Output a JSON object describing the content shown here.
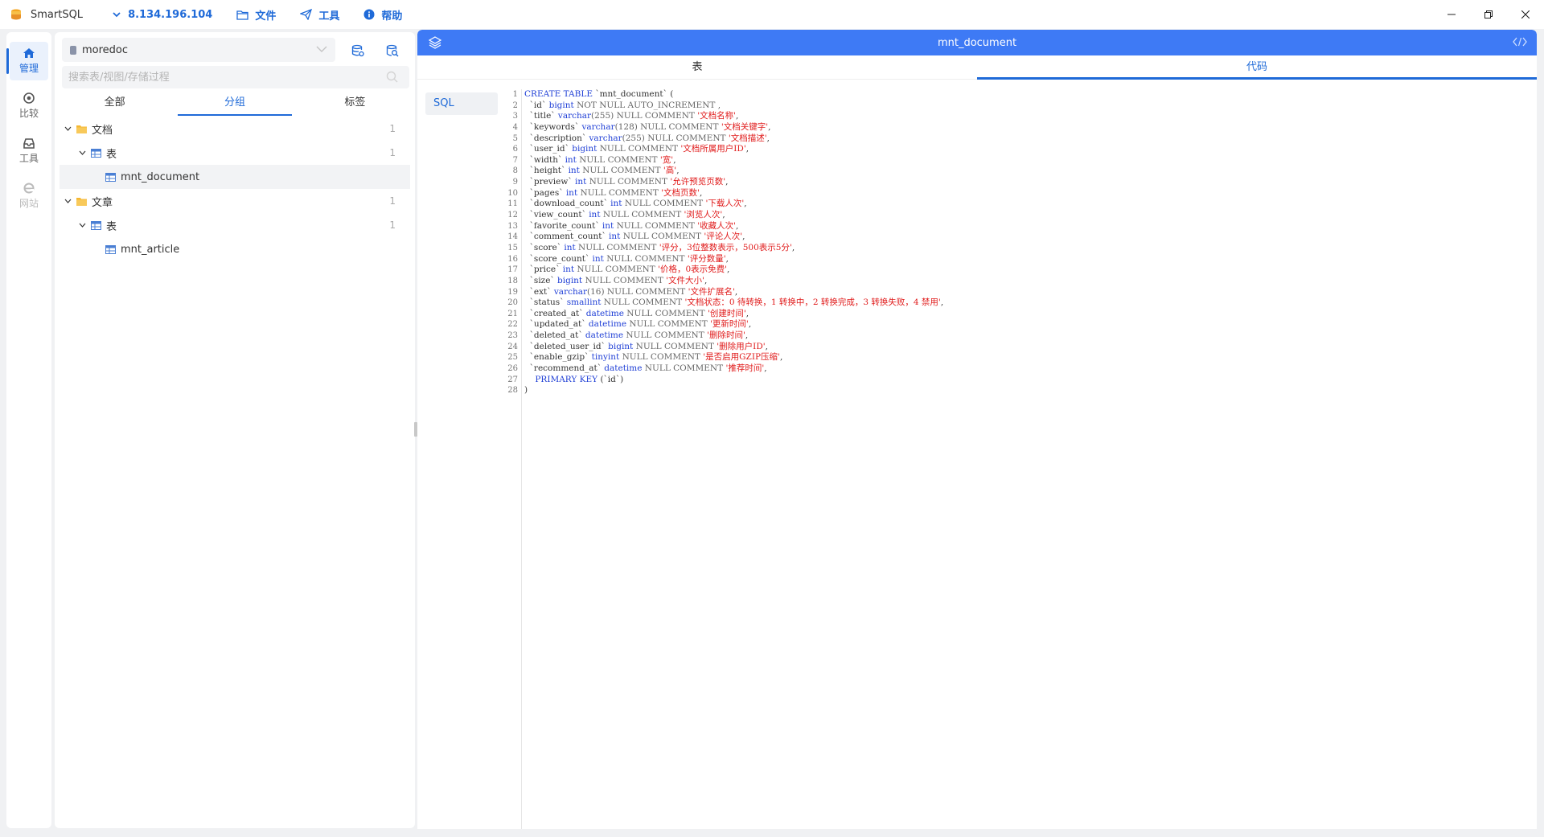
{
  "app": {
    "name": "SmartSQL"
  },
  "toolbar": {
    "connection": "8.134.196.104",
    "file_label": "文件",
    "tools_label": "工具",
    "help_label": "帮助"
  },
  "rail": {
    "items": [
      {
        "label": "管理",
        "icon": "home-icon"
      },
      {
        "label": "比较",
        "icon": "compass-icon"
      },
      {
        "label": "工具",
        "icon": "inbox-icon"
      },
      {
        "label": "网站",
        "icon": "ie-icon"
      }
    ]
  },
  "tree_panel": {
    "database": "moredoc",
    "search_placeholder": "搜索表/视图/存储过程",
    "tabs": [
      "全部",
      "分组",
      "标签"
    ],
    "active_tab": "分组",
    "rows": [
      {
        "label": "文档",
        "count": "1"
      },
      {
        "label": "表",
        "count": "1"
      },
      {
        "label": "mnt_document",
        "count": ""
      },
      {
        "label": "文章",
        "count": "1"
      },
      {
        "label": "表",
        "count": "1"
      },
      {
        "label": "mnt_article",
        "count": ""
      }
    ]
  },
  "main": {
    "title": "mnt_document",
    "tabs": [
      "表",
      "代码"
    ],
    "active_tab": "代码",
    "lang": "SQL"
  },
  "code": {
    "line_numbers": [
      "1",
      "2",
      "3",
      "4",
      "5",
      "6",
      "7",
      "8",
      "9",
      "10",
      "11",
      "12",
      "13",
      "14",
      "15",
      "16",
      "17",
      "18",
      "19",
      "20",
      "21",
      "22",
      "23",
      "24",
      "25",
      "26",
      "27",
      "28"
    ],
    "lines": [
      [
        {
          "t": "CREATE TABLE ",
          "c": "kw"
        },
        {
          "t": "`mnt_document` (",
          "c": ""
        }
      ],
      [
        {
          "t": "  `id` ",
          "c": ""
        },
        {
          "t": "bigint",
          "c": "kw"
        },
        {
          "t": " NOT NULL AUTO_INCREMENT ,",
          "c": "nil"
        }
      ],
      [
        {
          "t": "  `title` ",
          "c": ""
        },
        {
          "t": "varchar",
          "c": "kw"
        },
        {
          "t": "(255) NULL COMMENT ",
          "c": "nil"
        },
        {
          "t": "'文档名称'",
          "c": "str"
        },
        {
          "t": ",",
          "c": ""
        }
      ],
      [
        {
          "t": "  `keywords` ",
          "c": ""
        },
        {
          "t": "varchar",
          "c": "kw"
        },
        {
          "t": "(128) NULL COMMENT ",
          "c": "nil"
        },
        {
          "t": "'文档关键字'",
          "c": "str"
        },
        {
          "t": ",",
          "c": ""
        }
      ],
      [
        {
          "t": "  `description` ",
          "c": ""
        },
        {
          "t": "varchar",
          "c": "kw"
        },
        {
          "t": "(255) NULL COMMENT ",
          "c": "nil"
        },
        {
          "t": "'文档描述'",
          "c": "str"
        },
        {
          "t": ",",
          "c": ""
        }
      ],
      [
        {
          "t": "  `user_id` ",
          "c": ""
        },
        {
          "t": "bigint",
          "c": "kw"
        },
        {
          "t": " NULL COMMENT ",
          "c": "nil"
        },
        {
          "t": "'文档所属用户ID'",
          "c": "str"
        },
        {
          "t": ",",
          "c": ""
        }
      ],
      [
        {
          "t": "  `width` ",
          "c": ""
        },
        {
          "t": "int",
          "c": "kw"
        },
        {
          "t": " NULL COMMENT ",
          "c": "nil"
        },
        {
          "t": "'宽'",
          "c": "str"
        },
        {
          "t": ",",
          "c": ""
        }
      ],
      [
        {
          "t": "  `height` ",
          "c": ""
        },
        {
          "t": "int",
          "c": "kw"
        },
        {
          "t": " NULL COMMENT ",
          "c": "nil"
        },
        {
          "t": "'高'",
          "c": "str"
        },
        {
          "t": ",",
          "c": ""
        }
      ],
      [
        {
          "t": "  `preview` ",
          "c": ""
        },
        {
          "t": "int",
          "c": "kw"
        },
        {
          "t": " NULL COMMENT ",
          "c": "nil"
        },
        {
          "t": "'允许预览页数'",
          "c": "str"
        },
        {
          "t": ",",
          "c": ""
        }
      ],
      [
        {
          "t": "  `pages` ",
          "c": ""
        },
        {
          "t": "int",
          "c": "kw"
        },
        {
          "t": " NULL COMMENT ",
          "c": "nil"
        },
        {
          "t": "'文档页数'",
          "c": "str"
        },
        {
          "t": ",",
          "c": ""
        }
      ],
      [
        {
          "t": "  `download_count` ",
          "c": ""
        },
        {
          "t": "int",
          "c": "kw"
        },
        {
          "t": " NULL COMMENT ",
          "c": "nil"
        },
        {
          "t": "'下载人次'",
          "c": "str"
        },
        {
          "t": ",",
          "c": ""
        }
      ],
      [
        {
          "t": "  `view_count` ",
          "c": ""
        },
        {
          "t": "int",
          "c": "kw"
        },
        {
          "t": " NULL COMMENT ",
          "c": "nil"
        },
        {
          "t": "'浏览人次'",
          "c": "str"
        },
        {
          "t": ",",
          "c": ""
        }
      ],
      [
        {
          "t": "  `favorite_count` ",
          "c": ""
        },
        {
          "t": "int",
          "c": "kw"
        },
        {
          "t": " NULL COMMENT ",
          "c": "nil"
        },
        {
          "t": "'收藏人次'",
          "c": "str"
        },
        {
          "t": ",",
          "c": ""
        }
      ],
      [
        {
          "t": "  `comment_count` ",
          "c": ""
        },
        {
          "t": "int",
          "c": "kw"
        },
        {
          "t": " NULL COMMENT ",
          "c": "nil"
        },
        {
          "t": "'评论人次'",
          "c": "str"
        },
        {
          "t": ",",
          "c": ""
        }
      ],
      [
        {
          "t": "  `score` ",
          "c": ""
        },
        {
          "t": "int",
          "c": "kw"
        },
        {
          "t": " NULL COMMENT ",
          "c": "nil"
        },
        {
          "t": "'评分，3位整数表示，500表示5分'",
          "c": "str"
        },
        {
          "t": ",",
          "c": ""
        }
      ],
      [
        {
          "t": "  `score_count` ",
          "c": ""
        },
        {
          "t": "int",
          "c": "kw"
        },
        {
          "t": " NULL COMMENT ",
          "c": "nil"
        },
        {
          "t": "'评分数量'",
          "c": "str"
        },
        {
          "t": ",",
          "c": ""
        }
      ],
      [
        {
          "t": "  `price` ",
          "c": ""
        },
        {
          "t": "int",
          "c": "kw"
        },
        {
          "t": " NULL COMMENT ",
          "c": "nil"
        },
        {
          "t": "'价格，0表示免费'",
          "c": "str"
        },
        {
          "t": ",",
          "c": ""
        }
      ],
      [
        {
          "t": "  `size` ",
          "c": ""
        },
        {
          "t": "bigint",
          "c": "kw"
        },
        {
          "t": " NULL COMMENT ",
          "c": "nil"
        },
        {
          "t": "'文件大小'",
          "c": "str"
        },
        {
          "t": ",",
          "c": ""
        }
      ],
      [
        {
          "t": "  `ext` ",
          "c": ""
        },
        {
          "t": "varchar",
          "c": "kw"
        },
        {
          "t": "(16) NULL COMMENT ",
          "c": "nil"
        },
        {
          "t": "'文件扩展名'",
          "c": "str"
        },
        {
          "t": ",",
          "c": ""
        }
      ],
      [
        {
          "t": "  `status` ",
          "c": ""
        },
        {
          "t": "smallint",
          "c": "kw"
        },
        {
          "t": " NULL COMMENT ",
          "c": "nil"
        },
        {
          "t": "'文档状态：0 待转换，1 转换中，2 转换完成，3 转换失败，4 禁用'",
          "c": "str"
        },
        {
          "t": ",",
          "c": ""
        }
      ],
      [
        {
          "t": "  `created_at` ",
          "c": ""
        },
        {
          "t": "datetime",
          "c": "kw"
        },
        {
          "t": " NULL COMMENT ",
          "c": "nil"
        },
        {
          "t": "'创建时间'",
          "c": "str"
        },
        {
          "t": ",",
          "c": ""
        }
      ],
      [
        {
          "t": "  `updated_at` ",
          "c": ""
        },
        {
          "t": "datetime",
          "c": "kw"
        },
        {
          "t": " NULL COMMENT ",
          "c": "nil"
        },
        {
          "t": "'更新时间'",
          "c": "str"
        },
        {
          "t": ",",
          "c": ""
        }
      ],
      [
        {
          "t": "  `deleted_at` ",
          "c": ""
        },
        {
          "t": "datetime",
          "c": "kw"
        },
        {
          "t": " NULL COMMENT ",
          "c": "nil"
        },
        {
          "t": "'删除时间'",
          "c": "str"
        },
        {
          "t": ",",
          "c": ""
        }
      ],
      [
        {
          "t": "  `deleted_user_id` ",
          "c": ""
        },
        {
          "t": "bigint",
          "c": "kw"
        },
        {
          "t": " NULL COMMENT ",
          "c": "nil"
        },
        {
          "t": "'删除用户ID'",
          "c": "str"
        },
        {
          "t": ",",
          "c": ""
        }
      ],
      [
        {
          "t": "  `enable_gzip` ",
          "c": ""
        },
        {
          "t": "tinyint",
          "c": "kw"
        },
        {
          "t": " NULL COMMENT ",
          "c": "nil"
        },
        {
          "t": "'是否启用GZIP压缩'",
          "c": "str"
        },
        {
          "t": ",",
          "c": ""
        }
      ],
      [
        {
          "t": "  `recommend_at` ",
          "c": ""
        },
        {
          "t": "datetime",
          "c": "kw"
        },
        {
          "t": " NULL COMMENT ",
          "c": "nil"
        },
        {
          "t": "'推荐时间'",
          "c": "str"
        },
        {
          "t": ",",
          "c": ""
        }
      ],
      [
        {
          "t": "    PRIMARY KEY ",
          "c": "kw"
        },
        {
          "t": "(`id`)",
          "c": ""
        }
      ],
      [
        {
          "t": ")",
          "c": ""
        }
      ]
    ]
  }
}
